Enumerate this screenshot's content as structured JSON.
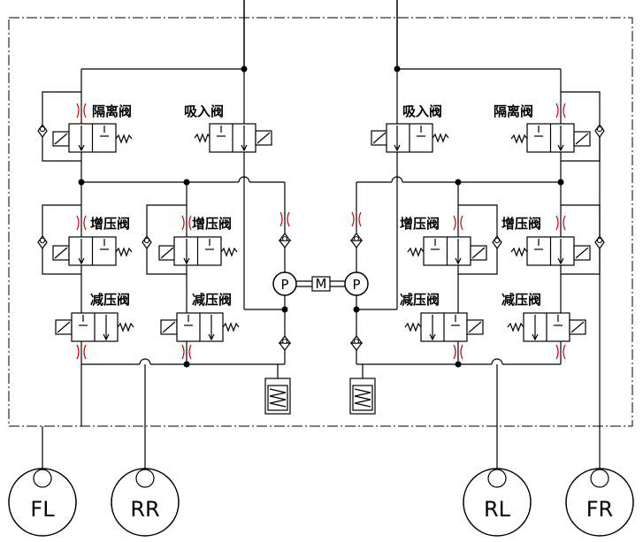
{
  "labels": {
    "isolation_valve": "隔离阀",
    "suction_valve": "吸入阀",
    "boost_valve": "增压阀",
    "reduce_valve": "减压阀"
  },
  "pump": {
    "left": "P",
    "right": "P",
    "motor": "M"
  },
  "wheels": {
    "fl": "FL",
    "rr": "RR",
    "rl": "RL",
    "fr": "FR"
  }
}
